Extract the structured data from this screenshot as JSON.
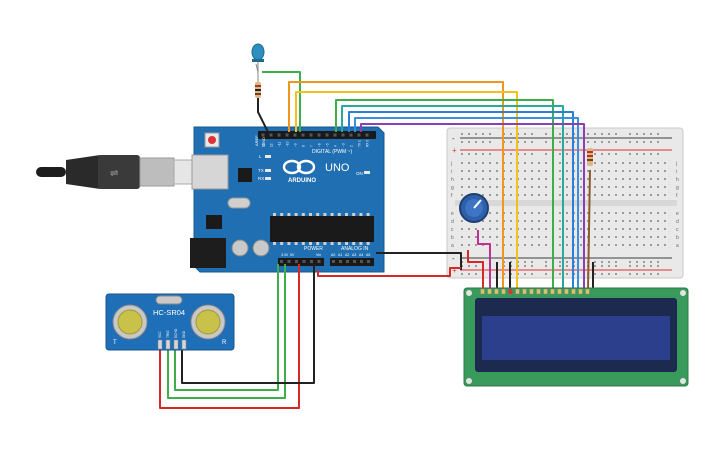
{
  "arduino": {
    "brand": "ARDUINO",
    "model": "UNO",
    "on_label": "ON",
    "tx_label": "TX",
    "rx_label": "RX",
    "l_label": "L",
    "digital_label": "DIGITAL (PWM ~)",
    "power_label": "POWER",
    "analog_label": "ANALOG IN",
    "aref_label": "AREF",
    "gnd_label": "GND",
    "ioref_label": "IOREF",
    "reset_label": "RESET",
    "v33_label": "3.3V",
    "v5_label": "5V",
    "vin_label": "Vin",
    "digital_pins": [
      "13",
      "12",
      "~11",
      "~10",
      "~9",
      "8",
      "7",
      "~6",
      "~5",
      "4",
      "~3",
      "2",
      "TX 1",
      "RX 0"
    ],
    "analog_pins": [
      "A0",
      "A1",
      "A2",
      "A3",
      "A4",
      "A5"
    ],
    "colors": {
      "board": "#1f6fb2",
      "board_dark": "#175a92"
    }
  },
  "sensor": {
    "label": "HC-SR04",
    "t_label": "T",
    "r_label": "R",
    "pins": [
      "VCC",
      "TRIG",
      "ECHO",
      "GND"
    ]
  },
  "breadboard": {
    "rows_top": [
      "j",
      "i",
      "h",
      "g",
      "f"
    ],
    "rows_bottom": [
      "e",
      "d",
      "c",
      "b",
      "a"
    ],
    "plus": "+",
    "minus": "-"
  },
  "lcd": {
    "screen_color": "#2c3f8c",
    "board_color": "#3a9a5c"
  },
  "wire_colors": {
    "orange": "#f0961e",
    "yellow": "#f2c21b",
    "green": "#3cae4a",
    "teal": "#27a9a0",
    "blue": "#2b7fd4",
    "purple": "#8b3fb6",
    "red": "#d72828",
    "black": "#222222",
    "brown": "#8a5a2b",
    "magenta": "#c0308e"
  }
}
